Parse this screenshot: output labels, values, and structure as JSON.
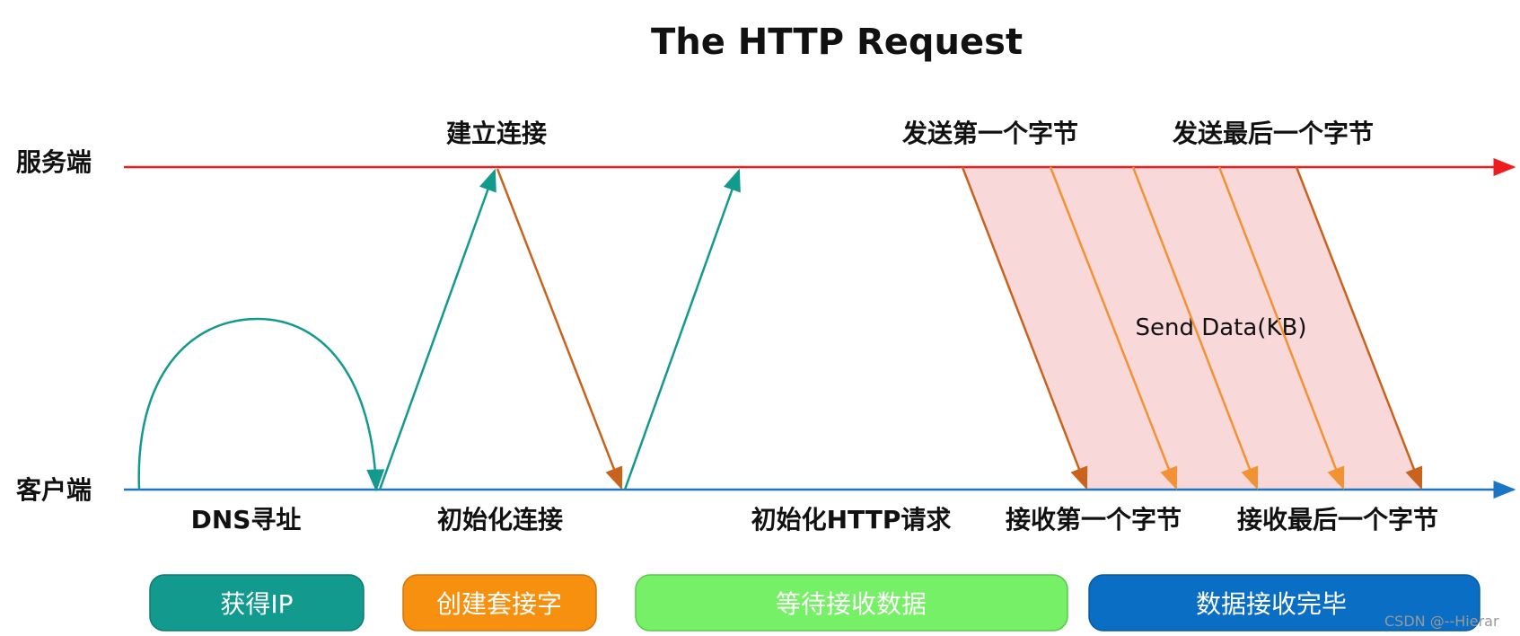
{
  "title": "The HTTP Request",
  "lanes": {
    "server": "服务端",
    "client": "客户端"
  },
  "top_events": {
    "establish": "建立连接",
    "send_first": "发送第一个字节",
    "send_last": "发送最后一个字节"
  },
  "bottom_events": {
    "dns": "DNS寻址",
    "init_conn": "初始化连接",
    "init_http": "初始化HTTP请求",
    "recv_first": "接收第一个字节",
    "recv_last": "接收最后一个字节"
  },
  "data_band": {
    "label": "Send Data(KB)"
  },
  "phases": [
    {
      "label": "获得IP",
      "color": "#129a8e"
    },
    {
      "label": "创建套接字",
      "color": "#f7900f"
    },
    {
      "label": "等待接收数据",
      "color": "#76f066"
    },
    {
      "label": "数据接收完毕",
      "color": "#0a6ec4"
    }
  ],
  "colors": {
    "server_line": "#ee1c1c",
    "client_line": "#1a75c4",
    "request_arrow": "#139a8e",
    "response_arrow": "#c8621d",
    "data_arrow": "#f39234",
    "data_band": "#f8d8d8"
  },
  "watermark": "CSDN @--Hierar"
}
